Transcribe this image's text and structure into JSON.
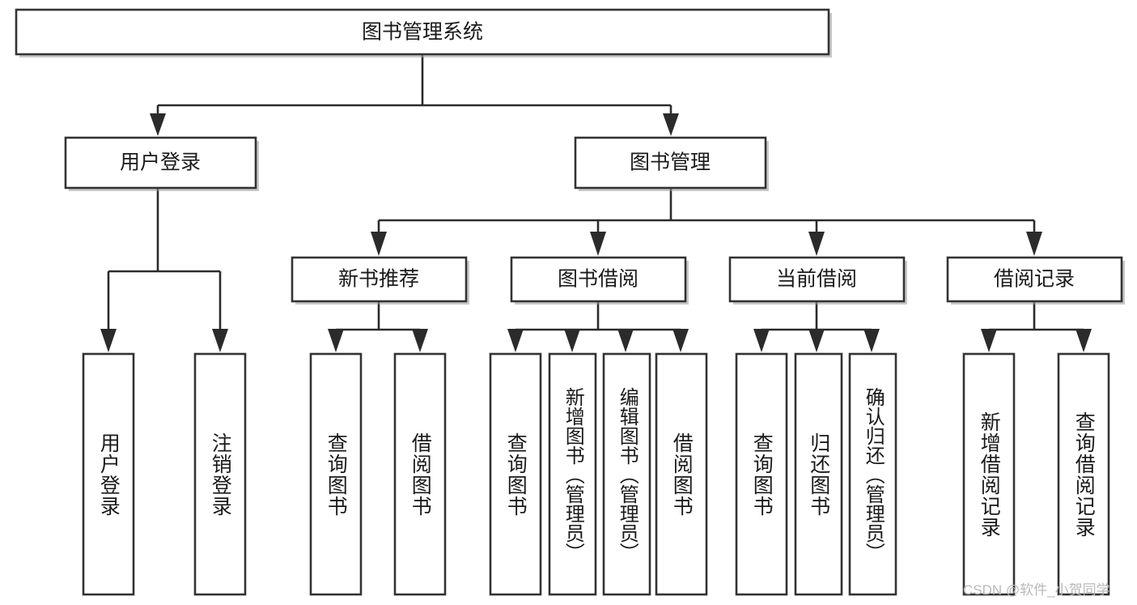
{
  "diagram": {
    "title": "图书管理系统",
    "watermark": "CSDN @软件_小贺同学",
    "colors": {
      "box_stroke": "#333333",
      "connector": "#2b2b2b",
      "text": "#1a1a1a",
      "background": "#ffffff",
      "watermark": "#b9b9b9"
    },
    "root": {
      "label": "图书管理系统"
    },
    "level2": [
      {
        "label": "用户登录"
      },
      {
        "label": "图书管理"
      }
    ],
    "level3": [
      {
        "label": "新书推荐"
      },
      {
        "label": "图书借阅"
      },
      {
        "label": "当前借阅"
      },
      {
        "label": "借阅记录"
      }
    ],
    "leaves": {
      "user_login": [
        {
          "label": "用户登录"
        },
        {
          "label": "注销登录"
        }
      ],
      "new_book_recommend": [
        {
          "label": "查询图书"
        },
        {
          "label": "借阅图书"
        }
      ],
      "book_borrow": [
        {
          "label": "查询图书"
        },
        {
          "label": "新增图书（管理员）"
        },
        {
          "label": "编辑图书（管理员）"
        },
        {
          "label": "借阅图书"
        }
      ],
      "current_borrow": [
        {
          "label": "查询图书"
        },
        {
          "label": "归还图书"
        },
        {
          "label": "确认归还（管理员）"
        }
      ],
      "borrow_record": [
        {
          "label": "新增借阅记录"
        },
        {
          "label": "查询借阅记录"
        }
      ]
    }
  }
}
